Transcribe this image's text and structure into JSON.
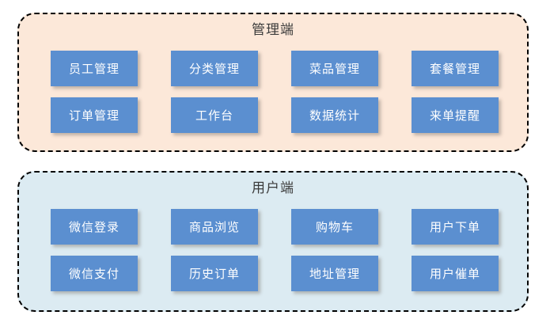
{
  "diagram": {
    "type": "block-diagram",
    "title": "",
    "colors": {
      "admin_background": "#fce8d9",
      "user_background": "#dcebf2",
      "module_box": "#5b8fd0",
      "module_text": "#ffffff",
      "group_border": "#000000",
      "group_title_text": "#3b3b3b"
    },
    "groups": [
      {
        "id": "admin",
        "title": "管理端",
        "modules": [
          {
            "label": "员工管理"
          },
          {
            "label": "分类管理"
          },
          {
            "label": "菜品管理"
          },
          {
            "label": "套餐管理"
          },
          {
            "label": "订单管理"
          },
          {
            "label": "工作台"
          },
          {
            "label": "数据统计"
          },
          {
            "label": "来单提醒"
          }
        ]
      },
      {
        "id": "user",
        "title": "用户端",
        "modules": [
          {
            "label": "微信登录"
          },
          {
            "label": "商品浏览"
          },
          {
            "label": "购物车"
          },
          {
            "label": "用户下单"
          },
          {
            "label": "微信支付"
          },
          {
            "label": "历史订单"
          },
          {
            "label": "地址管理"
          },
          {
            "label": "用户催单"
          }
        ]
      }
    ]
  }
}
